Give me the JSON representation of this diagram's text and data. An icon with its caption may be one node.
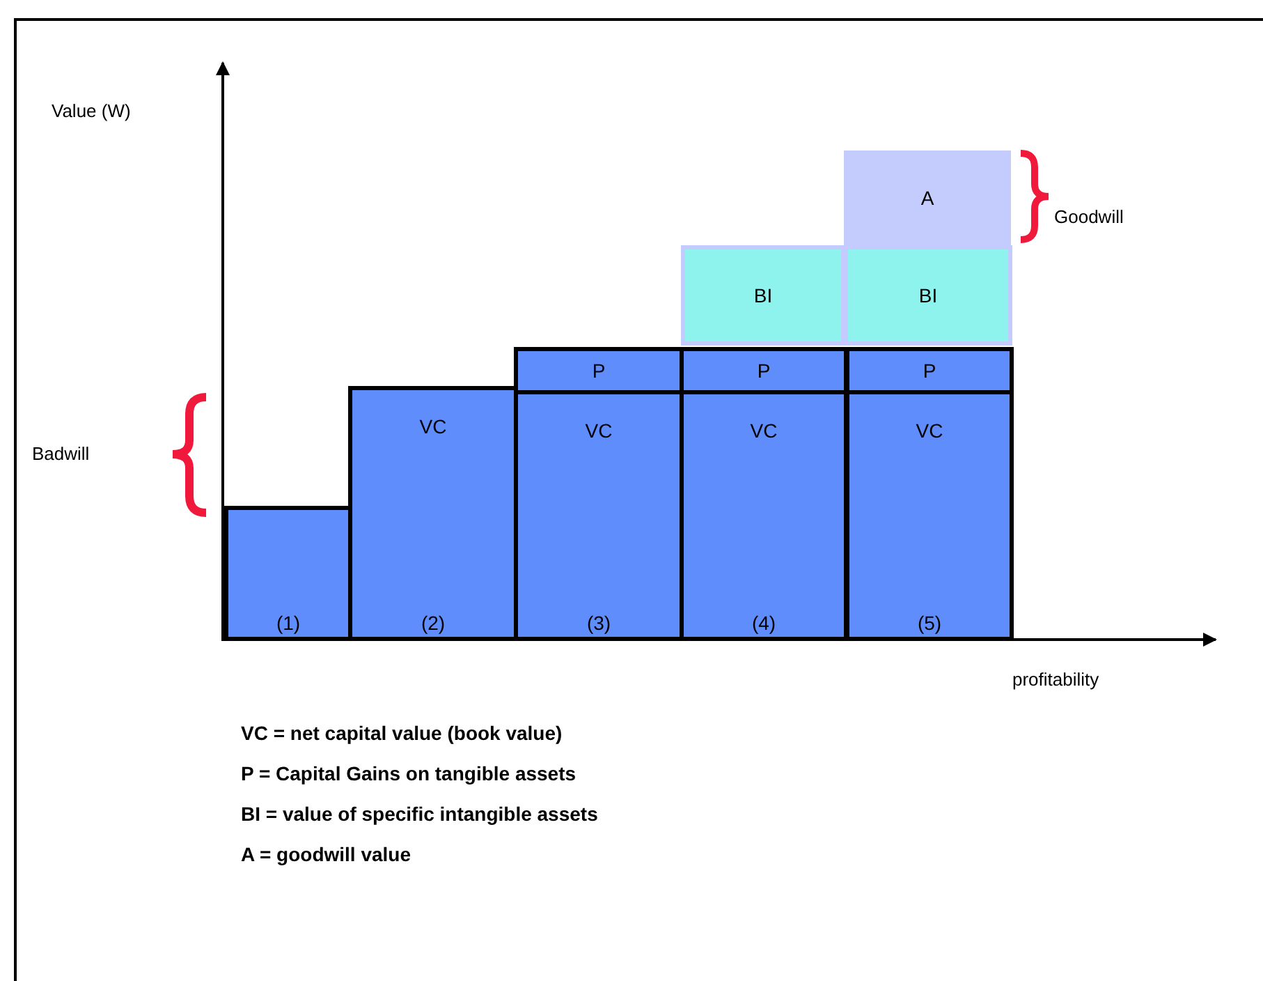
{
  "diagram": {
    "nodes": [
      {
        "text": [
          "A"
        ]
      },
      {
        "text": [
          "BI"
        ]
      },
      {
        "text": [
          "BI"
        ]
      },
      {
        "text": [
          "P"
        ]
      },
      {
        "text": [
          "P"
        ]
      },
      {
        "text": [
          "P"
        ]
      },
      {
        "text": [
          "VC",
          "(2)"
        ]
      },
      {
        "text": [
          "VC",
          "(3)"
        ]
      },
      {
        "text": [
          "VC",
          "(4)"
        ]
      },
      {
        "text": [
          "VC",
          "(5)"
        ]
      },
      {
        "text": [
          "(1)"
        ]
      }
    ],
    "labels": [
      "Value (W)",
      "Goodwill",
      "Badwill",
      "profitability",
      "VC = net capital value (book value)",
      "P = Capital Gains on tangible assets",
      "BI = value of specific intangible assets",
      "A = goodwill value"
    ]
  }
}
